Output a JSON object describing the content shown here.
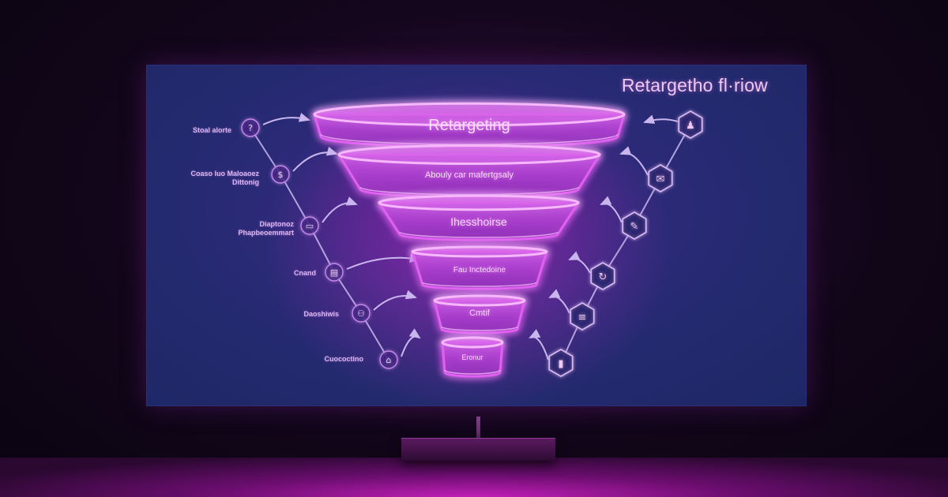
{
  "screen": {
    "title": "Retargetho fl·riow"
  },
  "funnel": {
    "tiers": [
      {
        "label": "Retargeting"
      },
      {
        "label": "Abouly car mafertgsaly"
      },
      {
        "label": "Ihesshoirse"
      },
      {
        "label": "Fau Inctedoine"
      },
      {
        "label": "Cmtif"
      },
      {
        "label": "Eronur"
      }
    ]
  },
  "left_nodes": [
    {
      "label": "Stoal alorte",
      "icon": "chat-icon"
    },
    {
      "label": "Coaso luo Maloaoez\nDittonig",
      "icon": "dollar-icon"
    },
    {
      "label": "Diaptonoz\nPhapbeoemmart",
      "icon": "laptop-icon"
    },
    {
      "label": "Cnand",
      "icon": "browser-window-icon"
    },
    {
      "label": "Daoshiwis",
      "icon": "users-icon"
    },
    {
      "label": "Cuococtino",
      "icon": "store-icon"
    }
  ],
  "right_nodes": [
    {
      "icon": "user-profile-icon"
    },
    {
      "icon": "email-icon"
    },
    {
      "icon": "pen-icon"
    },
    {
      "icon": "refresh-icon"
    },
    {
      "icon": "list-icon"
    },
    {
      "icon": "bar-chart-icon"
    }
  ],
  "colors": {
    "neon": "#e060f0",
    "neon_fill": "#b03ad0",
    "screen_bg": "#232a6e",
    "line": "#c9b6ee"
  }
}
